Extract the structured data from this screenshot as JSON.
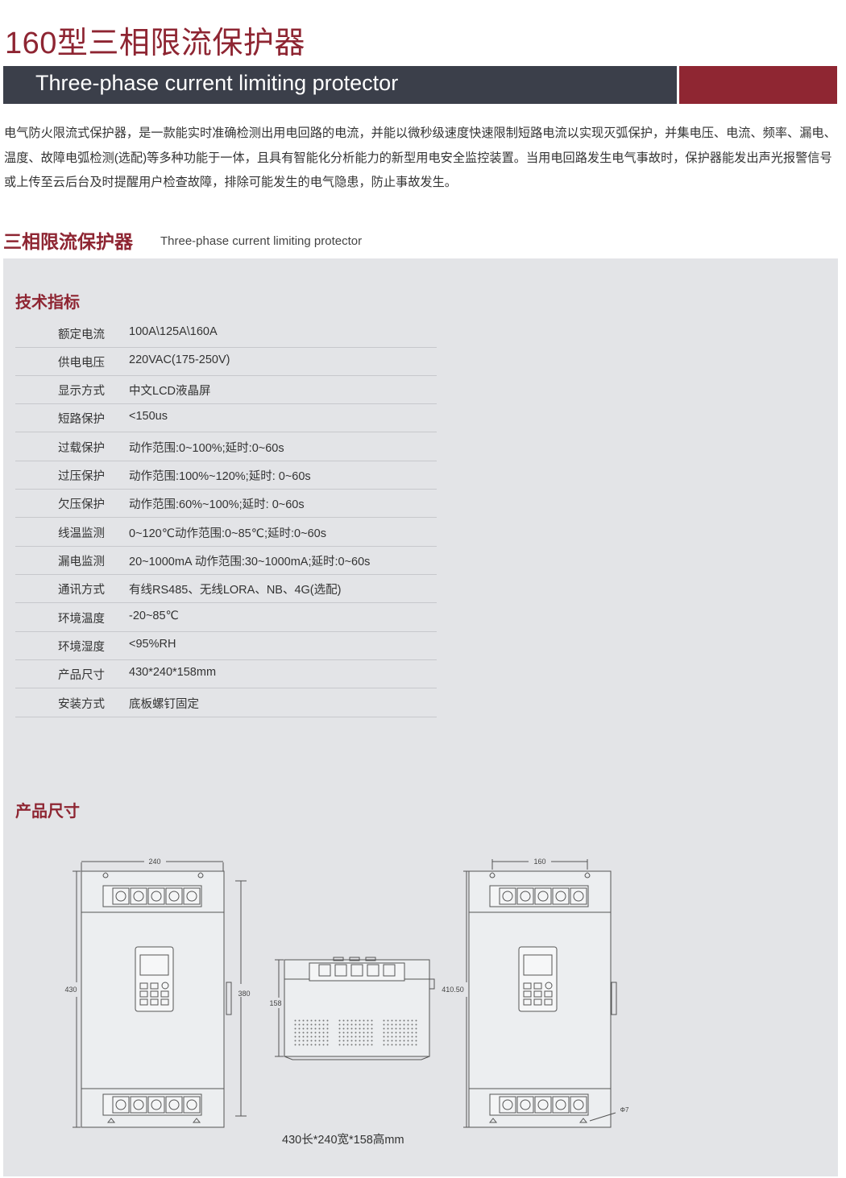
{
  "title": "160型三相限流保护器",
  "banner_en": "Three-phase current limiting protector",
  "intro": "电气防火限流式保护器，是一款能实时准确检测出用电回路的电流，并能以微秒级速度快速限制短路电流以实现灭弧保护，并集电压、电流、频率、漏电、温度、故障电弧检测(选配)等多种功能于一体，且具有智能化分析能力的新型用电安全监控装置。当用电回路发生电气事故时，保护器能发出声光报警信号或上传至云后台及时提醒用户检查故障，排除可能发生的电气隐患，防止事故发生。",
  "section": {
    "cn": "三相限流保护器",
    "en": "Three-phase current limiting protector"
  },
  "specs_heading": "技术指标",
  "specs": [
    {
      "label": "额定电流",
      "value": "100A\\125A\\160A"
    },
    {
      "label": "供电电压",
      "value": "220VAC(175-250V)"
    },
    {
      "label": "显示方式",
      "value": "中文LCD液晶屏"
    },
    {
      "label": "短路保护",
      "value": "<150us"
    },
    {
      "label": "过载保护",
      "value": "动作范围:0~100%;延时:0~60s"
    },
    {
      "label": "过压保护",
      "value": "动作范围:100%~120%;延时: 0~60s"
    },
    {
      "label": "欠压保护",
      "value": "动作范围:60%~100%;延时: 0~60s"
    },
    {
      "label": "线温监测",
      "value": "0~120℃动作范围:0~85℃;延时:0~60s"
    },
    {
      "label": "漏电监测",
      "value": "20~1000mA 动作范围:30~1000mA;延时:0~60s"
    },
    {
      "label": "通讯方式",
      "value": "有线RS485、无线LORA、NB、4G(选配)"
    },
    {
      "label": "环境温度",
      "value": "-20~85℃"
    },
    {
      "label": "环境湿度",
      "value": "<95%RH"
    },
    {
      "label": "产品尺寸",
      "value": "430*240*158mm"
    },
    {
      "label": "安装方式",
      "value": "底板螺钉固定"
    }
  ],
  "dims_heading": "产品尺寸",
  "diagram": {
    "front_width": "240",
    "front_height": "430",
    "inner_height": "380",
    "side_height": "158",
    "back_width": "160",
    "back_height": "410.50",
    "hole": "Φ7"
  },
  "dims_caption": "430长*240宽*158高mm"
}
